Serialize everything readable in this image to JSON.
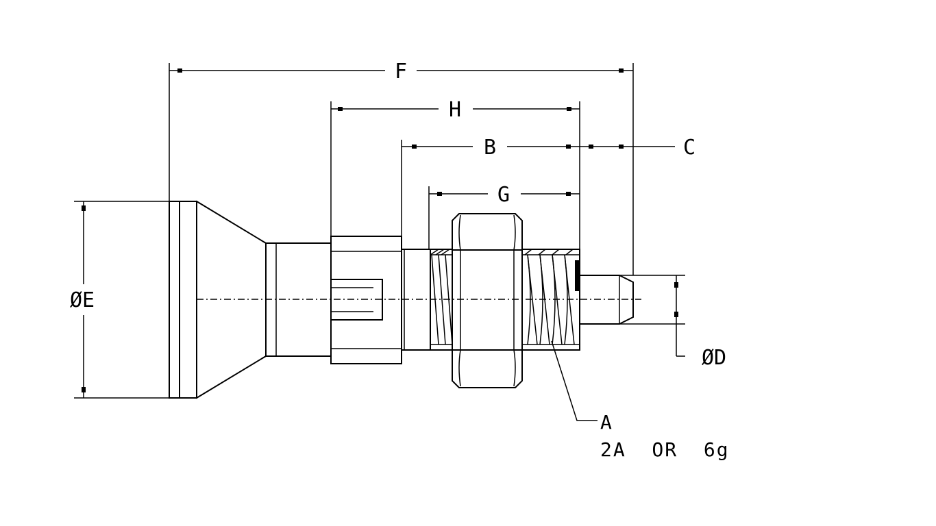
{
  "dimensions": {
    "F": "F",
    "H": "H",
    "B": "B",
    "C": "C",
    "G": "G",
    "E": "ØE",
    "D": "ØD"
  },
  "callout": {
    "thread_label": "A",
    "thread_class": "2A  OR  6g"
  }
}
